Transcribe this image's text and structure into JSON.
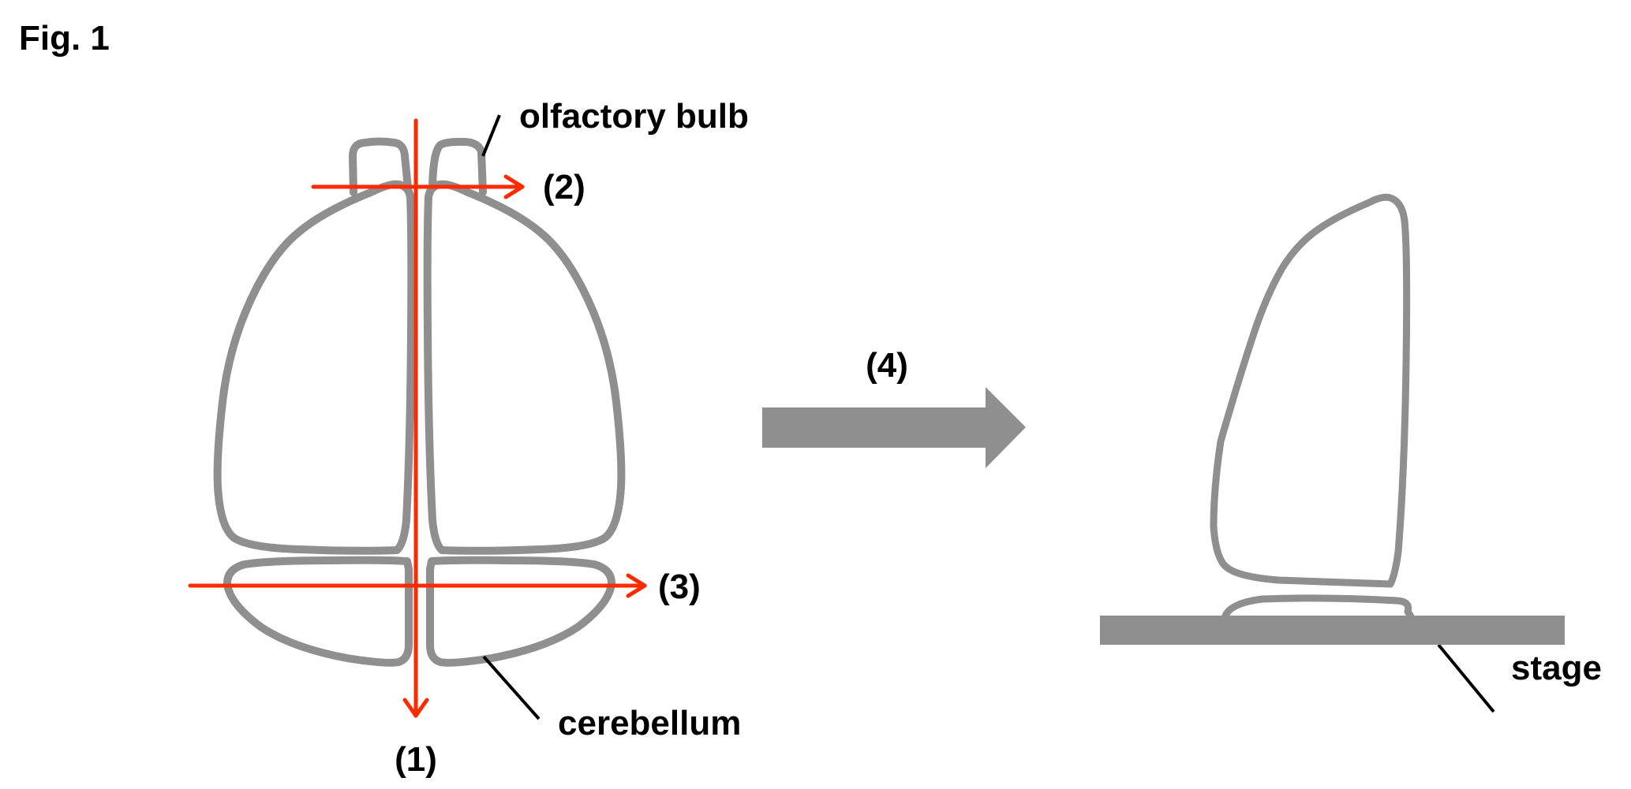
{
  "figure": {
    "title": "Fig. 1",
    "colors": {
      "outline": "#8f8f8f",
      "cut_line": "#ff2a00",
      "leader": "#000000",
      "stage": "#8f8f8f"
    },
    "labels": {
      "olfactory_bulb": "olfactory bulb",
      "cerebellum": "cerebellum",
      "stage": "stage",
      "cut1": "(1)",
      "cut2": "(2)",
      "cut3": "(3)",
      "step4": "(4)"
    }
  }
}
